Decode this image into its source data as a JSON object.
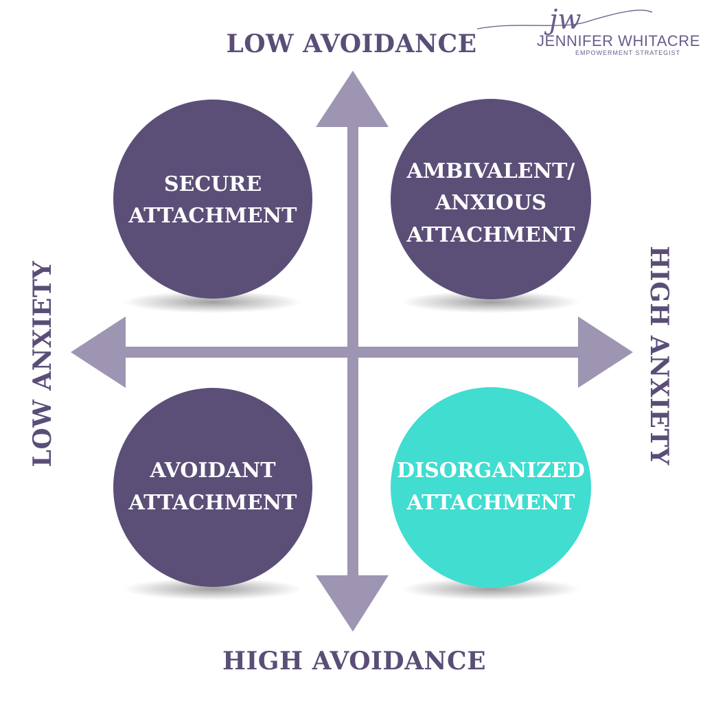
{
  "colors": {
    "background": "#ffffff",
    "circle_dark": "#5b4f78",
    "circle_accent": "#40ddd0",
    "arrow": "#9d95b2",
    "label_text": "#5a4e78",
    "circle_text": "#ffffff"
  },
  "logo": {
    "monogram": "jw",
    "name": "JENNIFER WHITACRE",
    "tagline": "EMPOWERMENT STRATEGIST"
  },
  "axes": {
    "top": "LOW AVOIDANCE",
    "bottom": "HIGH AVOIDANCE",
    "left": "LOW ANXIETY",
    "right": "HIGH ANXIETY"
  },
  "quadrants": {
    "top_left": {
      "lines": [
        "SECURE",
        "ATTACHMENT"
      ],
      "color": "#5b4f78"
    },
    "top_right": {
      "lines": [
        "AMBIVALENT/",
        "ANXIOUS",
        "ATTACHMENT"
      ],
      "color": "#5b4f78"
    },
    "bottom_left": {
      "lines": [
        "AVOIDANT",
        "ATTACHMENT"
      ],
      "color": "#5b4f78"
    },
    "bottom_right": {
      "lines": [
        "DISORGANIZED",
        "ATTACHMENT"
      ],
      "color": "#40ddd0"
    }
  }
}
